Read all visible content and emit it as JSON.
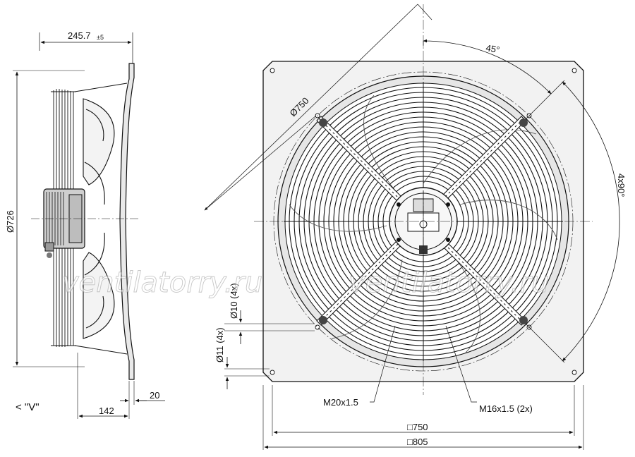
{
  "side_view": {
    "overall_depth": "245.7",
    "overall_depth_tol": "±5",
    "diameter": "Ø726",
    "motor_depth": "142",
    "flange_thickness": "20",
    "view_marker": "< \"V\""
  },
  "front_view": {
    "ring_diameter": "Ø750",
    "angle": "45°",
    "hole_pattern": "4x90°",
    "hole_small": "Ø10 (4x)",
    "hole_large": "Ø11 (4x)",
    "cable_gland": "M20x1.5",
    "mount_thread": "M16x1.5 (2x)",
    "square_inner": "□750",
    "square_outer": "□805"
  },
  "watermark": "ventilatorry.ru"
}
